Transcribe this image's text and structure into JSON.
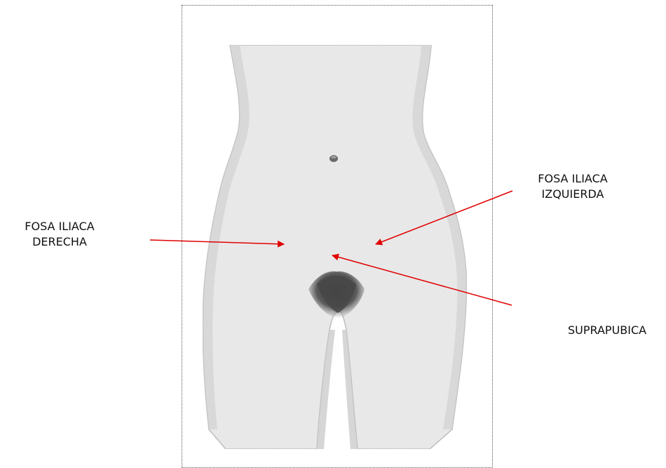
{
  "labels": {
    "right_iliac_fossa": {
      "line1": "FOSA ILIACA",
      "line2": "DERECHA"
    },
    "left_iliac_fossa": {
      "line1": "FOSA ILIACA",
      "line2": "IZQUIERDA"
    },
    "suprapubic": "SUPRAPUBICA"
  },
  "colors": {
    "arrow": "#e00000",
    "frame_border": "#555555",
    "skin": "#efefef",
    "skin_shadow": "#c9c9c9",
    "hair": "#505050"
  }
}
